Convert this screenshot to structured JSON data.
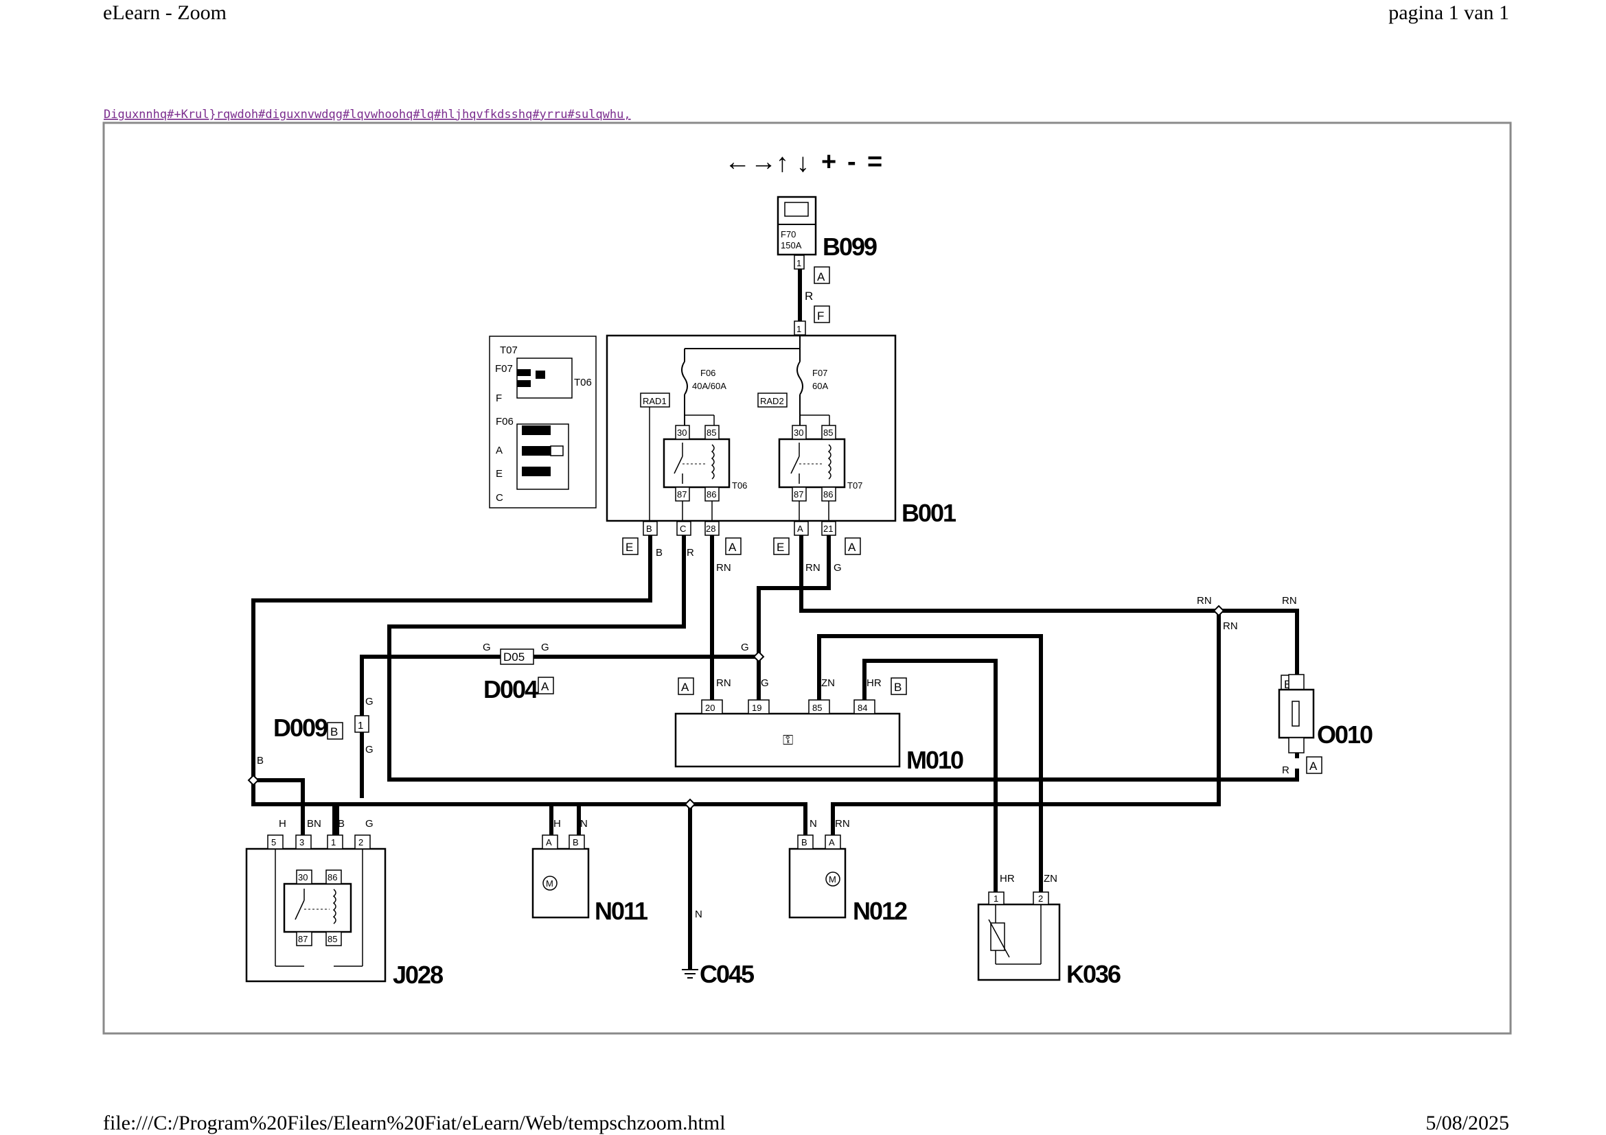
{
  "header": {
    "app_title": "eLearn - Zoom",
    "page_indicator": "pagina 1 van 1"
  },
  "footer": {
    "file_path": "file:///C:/Program%20Files/Elearn%20Fiat/eLearn/Web/tempschzoom.html",
    "date": "5/08/2025"
  },
  "link": {
    "text": "Diguxnnhq#+Krul}rqwdoh#diguxnvwdqg#lqvwhoohq#lq#hljhqvfkdsshq#yrru#sulqwhu,"
  },
  "toolbar": {
    "pan_horizontal": "←→",
    "up": "↑",
    "down": "↓",
    "zoom_in": "+",
    "zoom_out": "-",
    "reset": "="
  },
  "components": {
    "battery": "B099",
    "fuse_box": "B001",
    "ground_node": "D004",
    "splice": "D009",
    "ecu": "M010",
    "fan1": "N011",
    "fan2": "N012",
    "relay": "J028",
    "ground": "C045",
    "sensor": "K036",
    "resistor": "O010",
    "splice_inline": "D05"
  },
  "fuses": {
    "main": {
      "name": "F70",
      "rating": "150A"
    },
    "f06": {
      "name": "F06",
      "rating": "40A/60A"
    },
    "f07": {
      "name": "F07",
      "rating": "60A"
    }
  },
  "relays": {
    "t06": {
      "name": "T06",
      "tag": "RAD1",
      "pins": [
        "30",
        "85",
        "87",
        "86"
      ]
    },
    "t07": {
      "name": "T07",
      "tag": "RAD2",
      "pins": [
        "30",
        "85",
        "87",
        "86"
      ]
    }
  },
  "inset": {
    "labels": [
      "T07",
      "F07",
      "F",
      "F06",
      "T06",
      "A",
      "E",
      "C"
    ]
  },
  "connectors": {
    "A": "A",
    "B": "B",
    "E": "E",
    "F": "F"
  },
  "pins": {
    "battery": "1",
    "fusebox_in": "1",
    "fusebox_out": [
      "B",
      "C",
      "28",
      "A",
      "21"
    ],
    "ecu": [
      "20",
      "19",
      "85",
      "84"
    ],
    "relay_j028": [
      "5",
      "3",
      "1",
      "2"
    ],
    "relay_j028_inner": [
      "30",
      "86",
      "87",
      "85"
    ],
    "n011": [
      "A",
      "B"
    ],
    "n012": [
      "B",
      "A"
    ],
    "k036": [
      "1",
      "2"
    ],
    "d009": "1"
  },
  "wires": {
    "R": "R",
    "B": "B",
    "RN": "RN",
    "G": "G",
    "ZN": "ZN",
    "HR": "HR",
    "H": "H",
    "N": "N",
    "BN": "BN"
  },
  "symbols": {
    "motor": "M"
  }
}
